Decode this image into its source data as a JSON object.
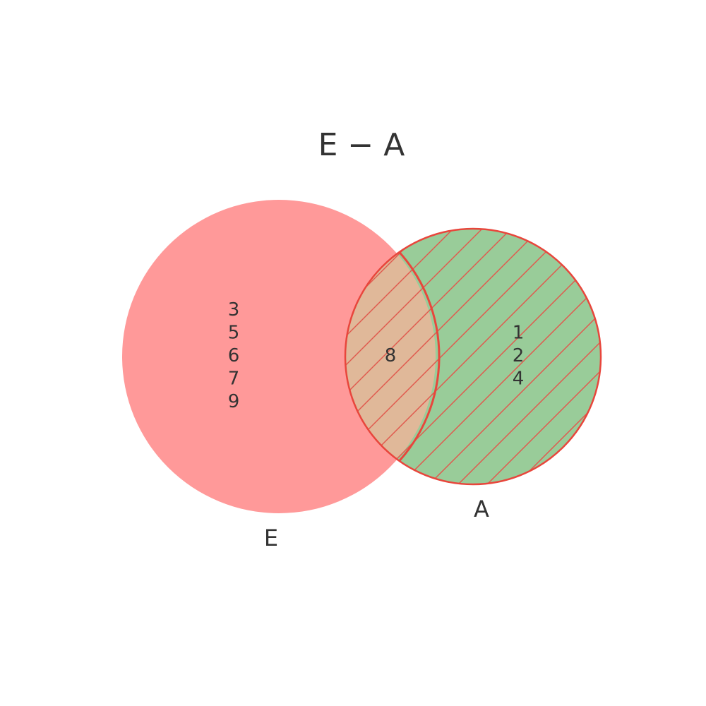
{
  "diagram": {
    "title": "E − A",
    "sets": [
      {
        "name": "E",
        "color": "#ff9999"
      },
      {
        "name": "A",
        "color": "#99cc99"
      }
    ],
    "overlap_color": "#e0b899",
    "hatch_color": "#e05a4e",
    "outline_color": "#e8463c",
    "regions": {
      "only_E": [
        "3",
        "5",
        "6",
        "7",
        "9"
      ],
      "both": [
        "8"
      ],
      "only_A": [
        "1",
        "2",
        "4"
      ]
    }
  }
}
